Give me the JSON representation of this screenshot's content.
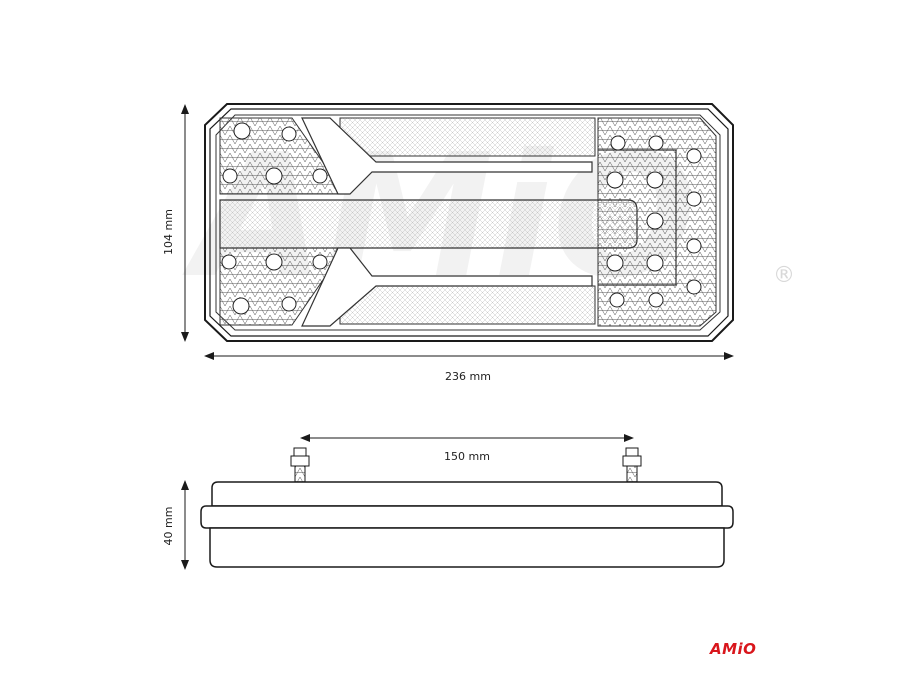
{
  "dimensions": {
    "height_front": "104 mm",
    "width_front": "236 mm",
    "stud_spacing": "150 mm",
    "depth_side": "40 mm"
  },
  "brand": {
    "logo_text": "AMiO",
    "watermark_mark": "®"
  },
  "colors": {
    "line": "#1a1a1a",
    "logo_red": "#d9161c",
    "watermark": "#f0f0f0"
  }
}
